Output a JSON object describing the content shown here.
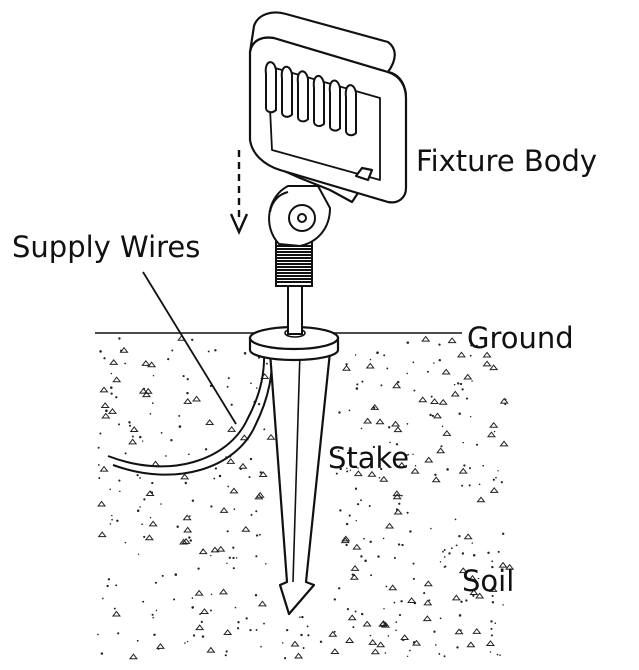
{
  "diagram": {
    "labels": {
      "fixture_body": "Fixture Body",
      "supply_wires": "Supply Wires",
      "ground": "Ground",
      "stake": "Stake",
      "soil": "Soil"
    },
    "colors": {
      "line": "#111111",
      "background": "#ffffff"
    }
  }
}
